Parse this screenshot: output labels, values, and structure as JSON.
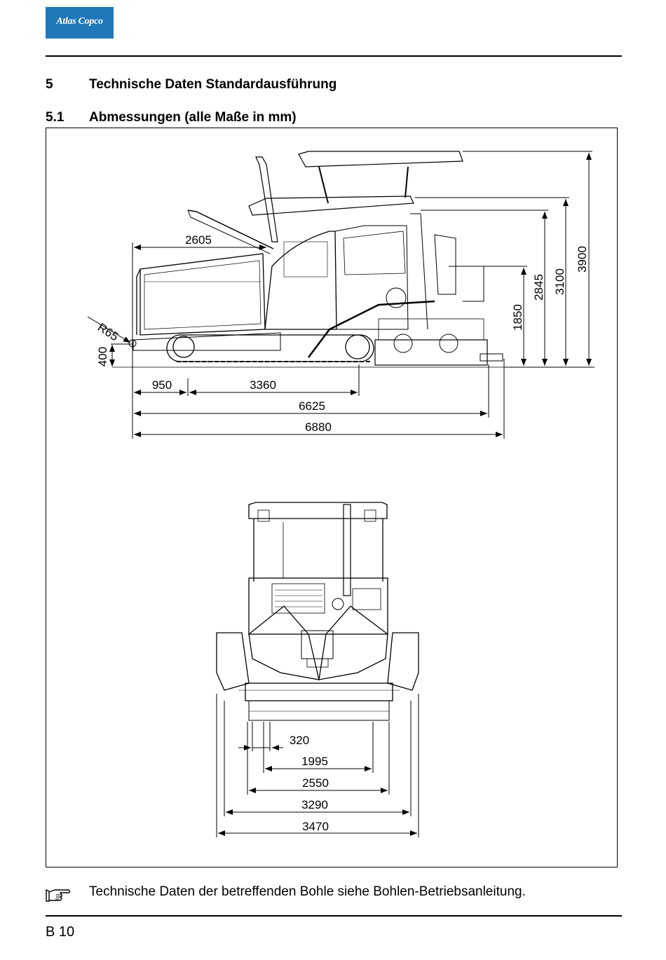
{
  "header": {
    "logo_text": "Atlas Copco",
    "brand_color": "#1f77b8"
  },
  "sections": [
    {
      "number": "5",
      "title": "Technische Daten Standardausführung"
    },
    {
      "number": "5.1",
      "title": "Abmessungen (alle Maße in mm)"
    }
  ],
  "side_view": {
    "radius_label": "R65",
    "dimensions": {
      "d2605": "2605",
      "d400": "400",
      "d950": "950",
      "d3360": "3360",
      "d6625": "6625",
      "d6880": "6880",
      "d1850": "1850",
      "d2845": "2845",
      "d3100": "3100",
      "d3900": "3900"
    }
  },
  "rear_view": {
    "dimensions": {
      "d320": "320",
      "d1995": "1995",
      "d2550": "2550",
      "d3290": "3290",
      "d3470": "3470"
    }
  },
  "note": {
    "icon": "pointing-hand-icon",
    "text": "Technische Daten der betreffenden Bohle siehe Bohlen-Betriebsanleitung."
  },
  "footer": {
    "page_number": "B 10"
  }
}
